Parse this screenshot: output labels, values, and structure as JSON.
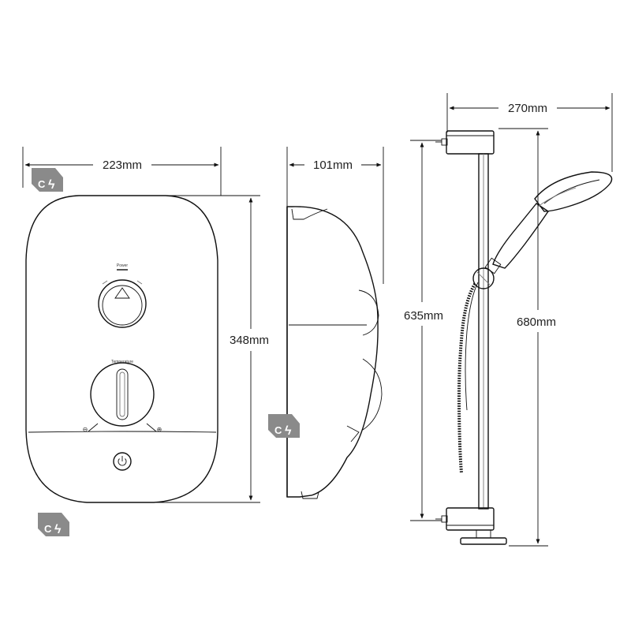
{
  "dimensions": {
    "front_width": "223mm",
    "front_height": "348mm",
    "side_depth": "101mm",
    "rail_width": "270mm",
    "rail_inner_height": "635mm",
    "rail_total_height": "680mm"
  },
  "controls": {
    "power_label": "Power",
    "temperature_label": "Temperature",
    "minus_symbol": "⊖",
    "plus_symbol": "⊕"
  },
  "badge": {
    "letter": "C",
    "symbol": "ϟ",
    "fill_color": "#8a8a8a"
  },
  "colors": {
    "line": "#111111",
    "dimension_text": "#222222"
  }
}
